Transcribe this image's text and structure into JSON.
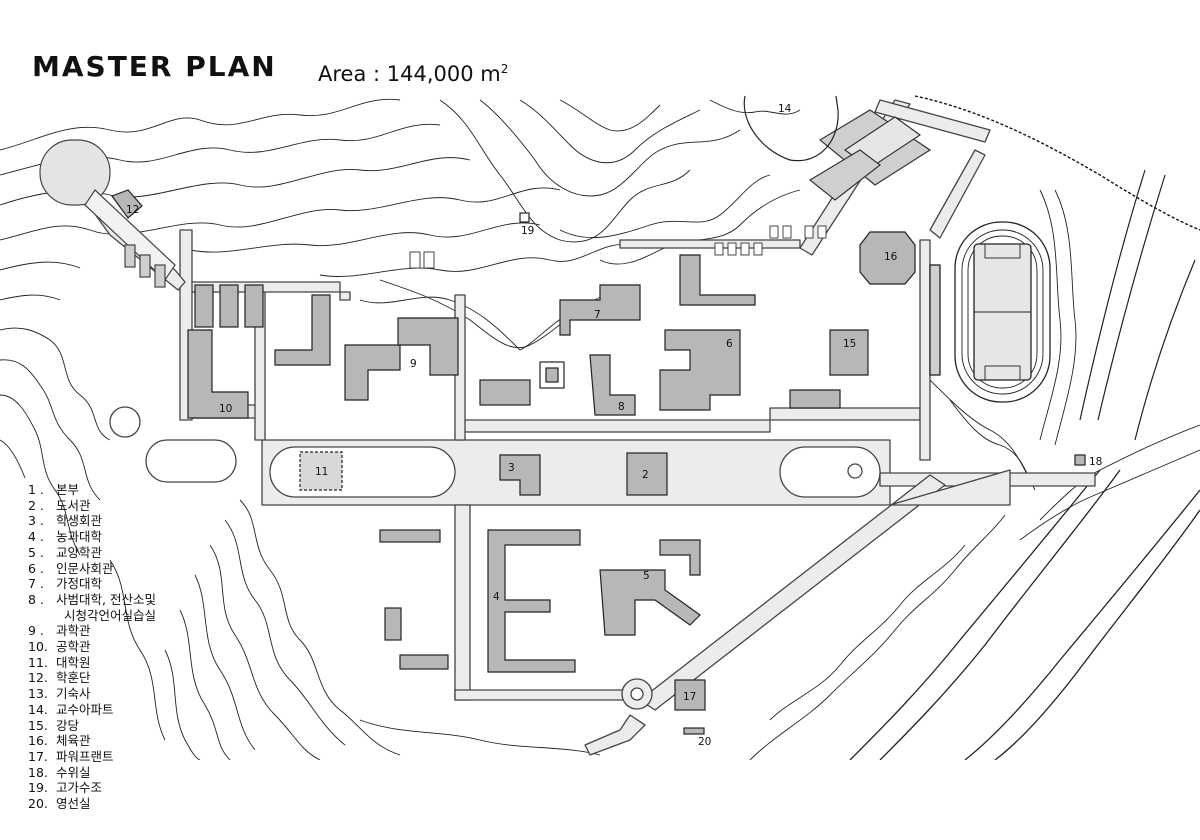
{
  "header": {
    "title": "MASTER PLAN",
    "area_label": "Area",
    "area_sep": ":",
    "area_value": "144,000 m",
    "area_exp": "2"
  },
  "legend": [
    {
      "num": "1 .",
      "label": "본부"
    },
    {
      "num": "2 .",
      "label": "도서관"
    },
    {
      "num": "3 .",
      "label": "학생회관"
    },
    {
      "num": "4 .",
      "label": "농과대학"
    },
    {
      "num": "5 .",
      "label": "교양학관"
    },
    {
      "num": "6 .",
      "label": "인문사회관"
    },
    {
      "num": "7 .",
      "label": "가정대학"
    },
    {
      "num": "8 .",
      "label": "사범대학, 전산소및",
      "cont": "시청각언어실습실"
    },
    {
      "num": "9 .",
      "label": "과학관"
    },
    {
      "num": "10.",
      "label": "공학관"
    },
    {
      "num": "11.",
      "label": "대학원"
    },
    {
      "num": "12.",
      "label": "학훈단"
    },
    {
      "num": "13.",
      "label": "기숙사"
    },
    {
      "num": "14.",
      "label": "교수아파트"
    },
    {
      "num": "15.",
      "label": "강당"
    },
    {
      "num": "16.",
      "label": "체육관"
    },
    {
      "num": "17.",
      "label": "파워프랜트"
    },
    {
      "num": "18.",
      "label": "수위실"
    },
    {
      "num": "19.",
      "label": "고가수조"
    },
    {
      "num": "20.",
      "label": "영선실"
    }
  ],
  "map_labels": {
    "b2": "2",
    "b3": "3",
    "b4": "4",
    "b5": "5",
    "b6": "6",
    "b7": "7",
    "b8": "8",
    "b9": "9",
    "b10": "10",
    "b11": "11",
    "b12": "12",
    "b14": "14",
    "b15": "15",
    "b16": "16",
    "b17": "17",
    "b18": "18",
    "b19": "19",
    "b20": "20"
  }
}
